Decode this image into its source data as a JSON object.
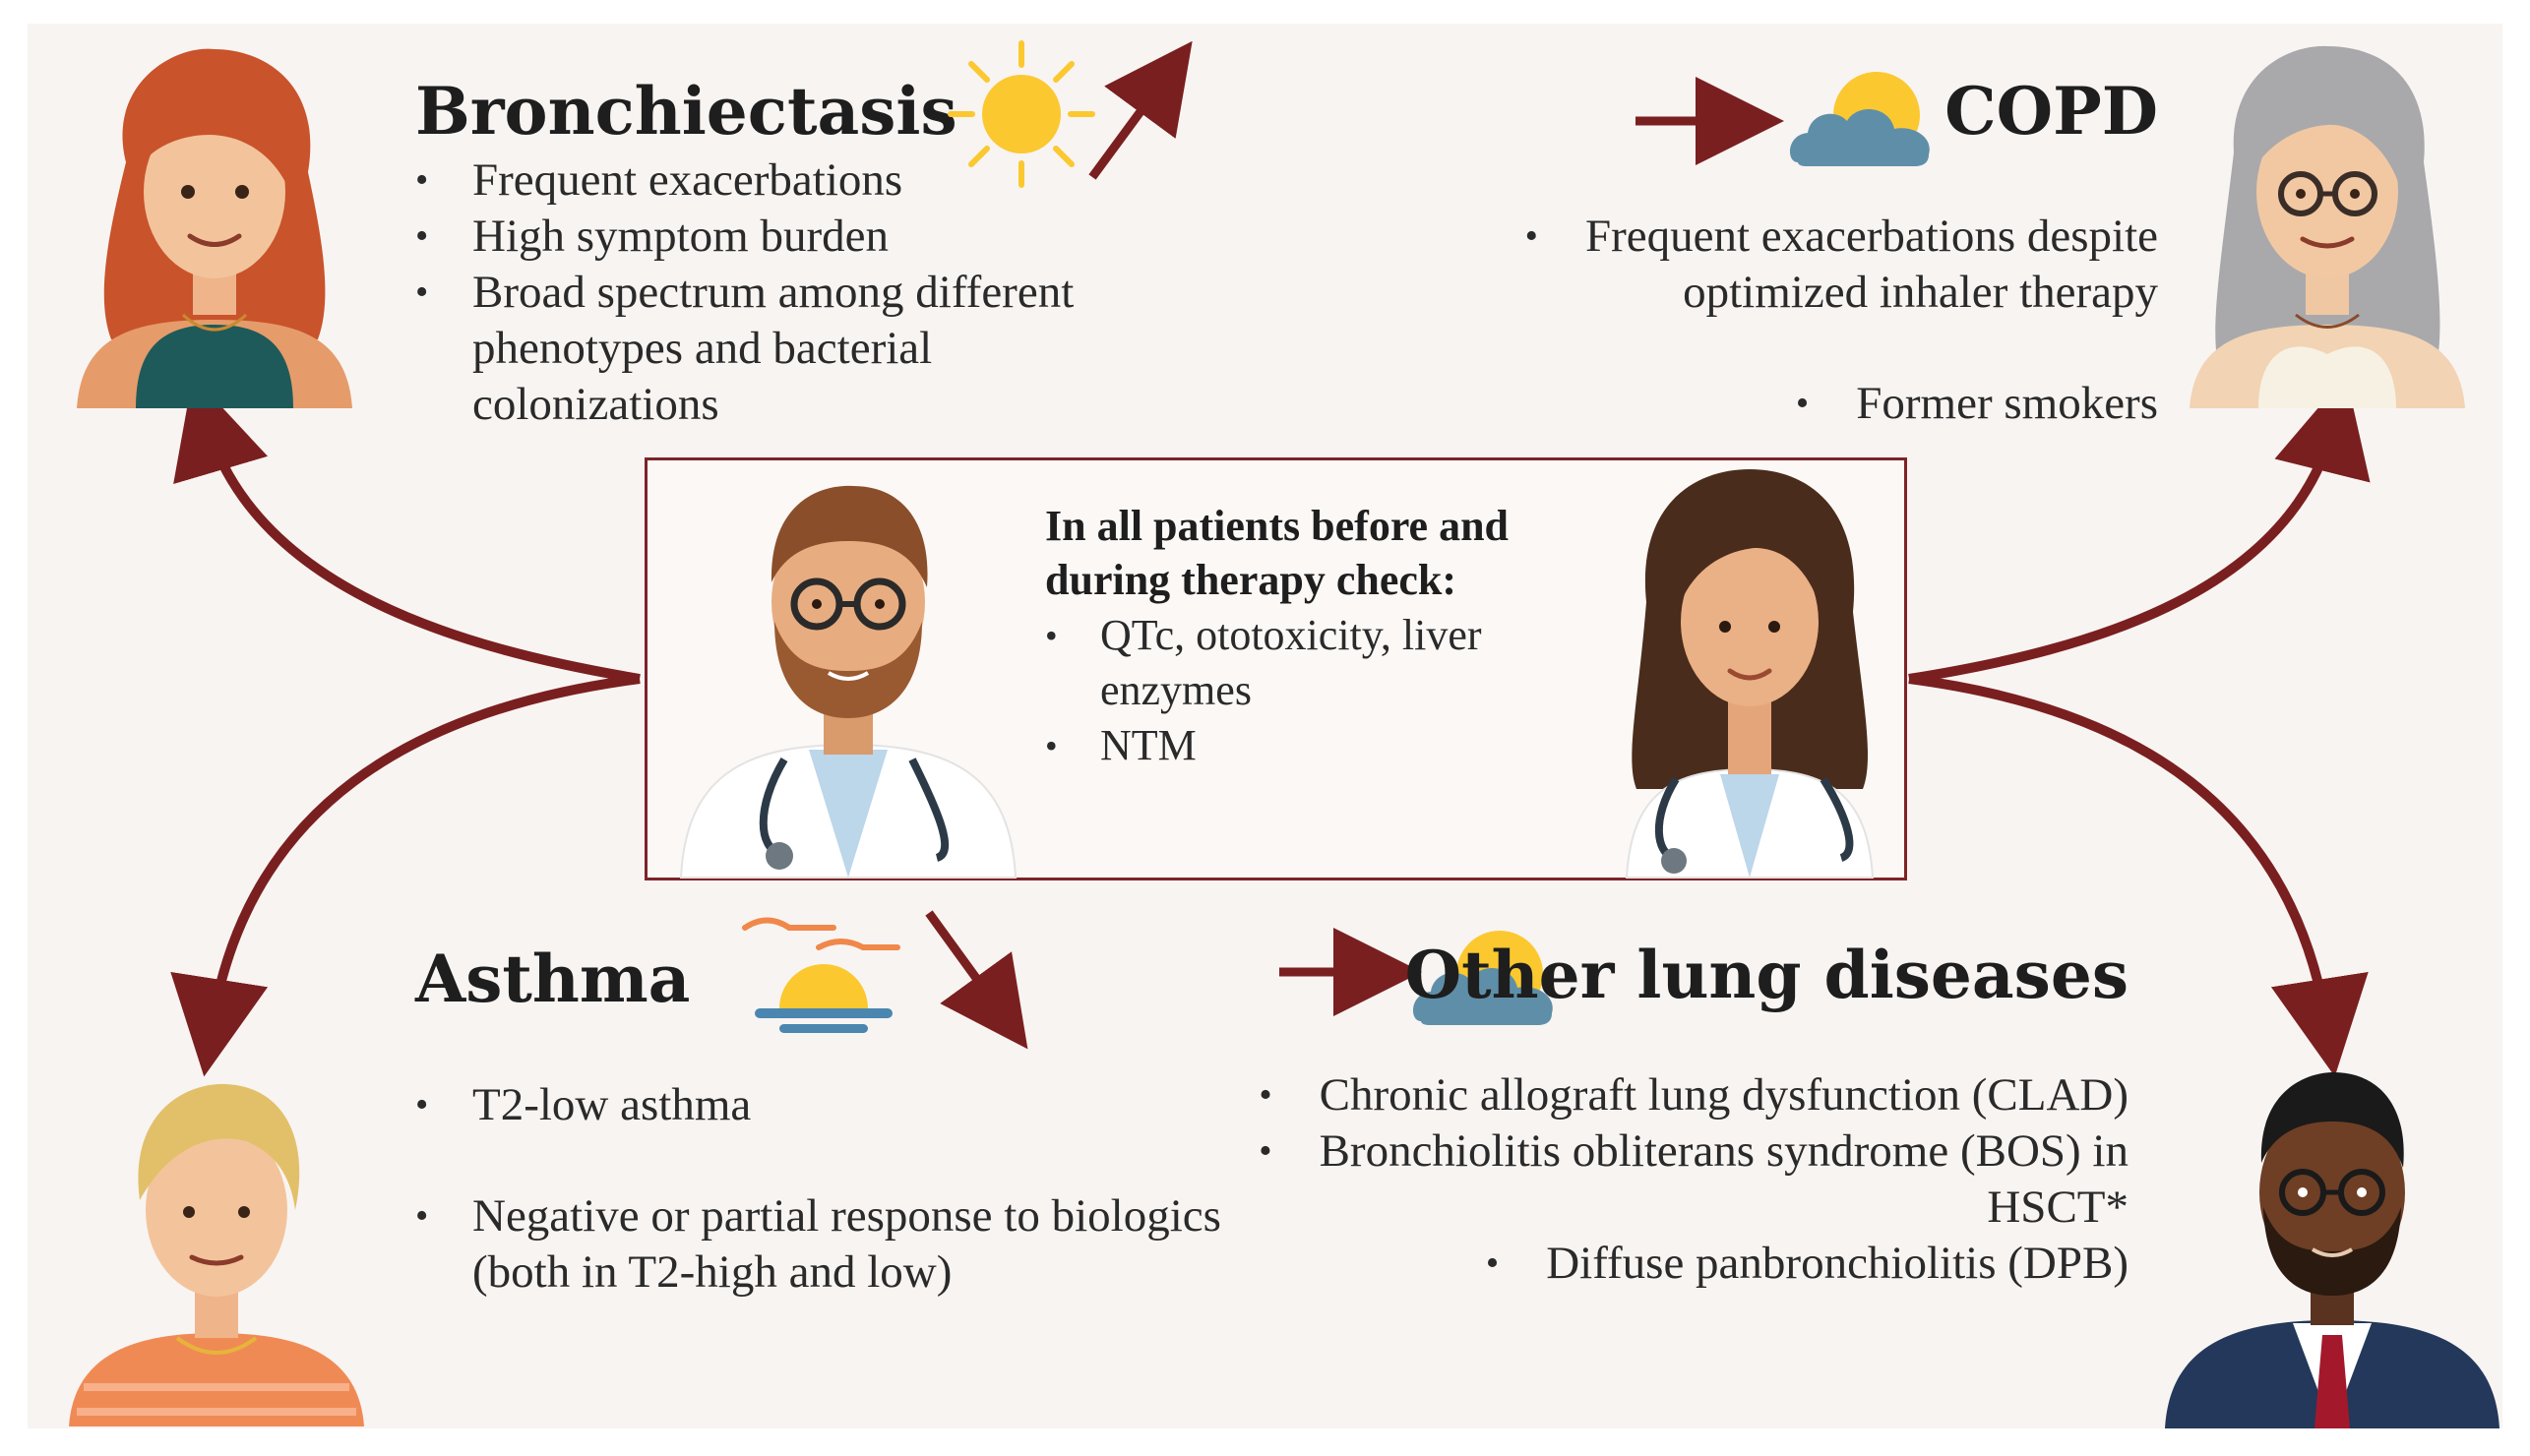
{
  "colors": {
    "arrow": "#7a1f1f",
    "box_border": "#7d2427",
    "sun": "#fbc830",
    "cloud": "#5f8fa8",
    "background": "#f8f4f2"
  },
  "bronchiectasis": {
    "title": "Bronchiectasis",
    "icon": "sun-icon",
    "trend": "arrow-up-right",
    "bullets": [
      "Frequent exacerbations",
      "High symptom burden",
      "Broad spectrum among different phenotypes and bacterial colonizations"
    ]
  },
  "copd": {
    "title": "COPD",
    "icon": "sun-behind-cloud-icon",
    "trend": "arrow-right",
    "bullets": [
      "Frequent exacerbations despite optimized inhaler therapy",
      "Former smokers"
    ]
  },
  "asthma": {
    "title": "Asthma",
    "icon": "sunset-icon",
    "trend": "arrow-down-right",
    "bullets": [
      "T2-low asthma",
      "Negative or partial response to biologics (both in T2-high and low)"
    ]
  },
  "other": {
    "title": "Other lung diseases",
    "icon": "sun-behind-cloud-icon",
    "trend": "arrow-right",
    "bullets": [
      "Chronic allograft lung dysfunction (CLAD)",
      "Bronchiolitis obliterans syndrome (BOS) in HSCT*",
      "Diffuse panbronchiolitis (DPB)"
    ]
  },
  "center": {
    "heading": "In all patients before and during therapy check:",
    "bullets": [
      "QTc, ototoxicity, liver enzymes",
      "NTM"
    ]
  }
}
